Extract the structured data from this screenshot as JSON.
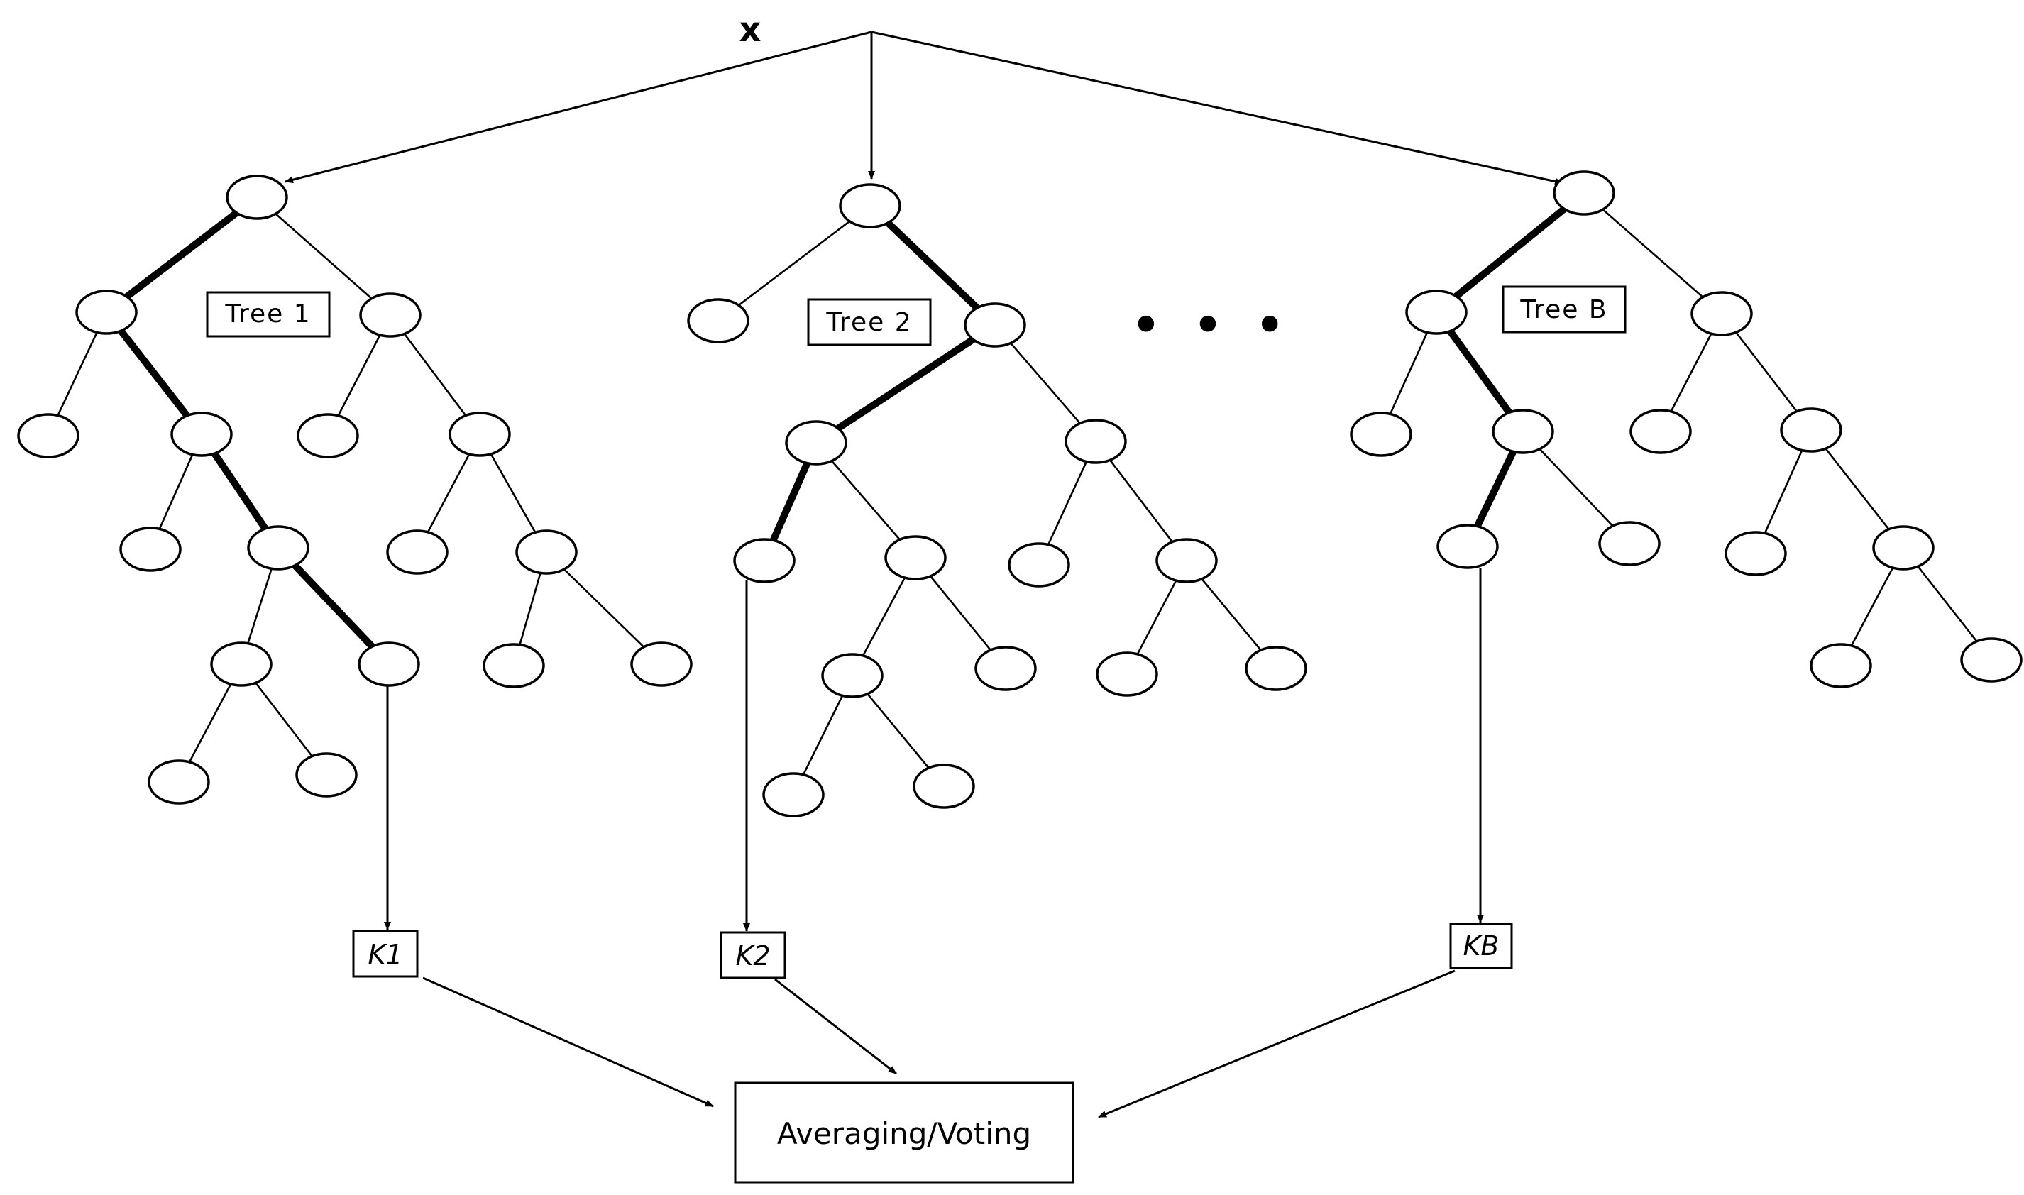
{
  "input_label": "x",
  "ellipsis": "• • •",
  "trees": [
    {
      "label": "Tree 1",
      "output": "K1"
    },
    {
      "label": "Tree 2",
      "output": "K2"
    },
    {
      "label": "Tree B",
      "output": "KB"
    }
  ],
  "aggregate_label": "Averaging/Voting",
  "colors": {
    "stroke": "#000000",
    "background": "#ffffff"
  }
}
